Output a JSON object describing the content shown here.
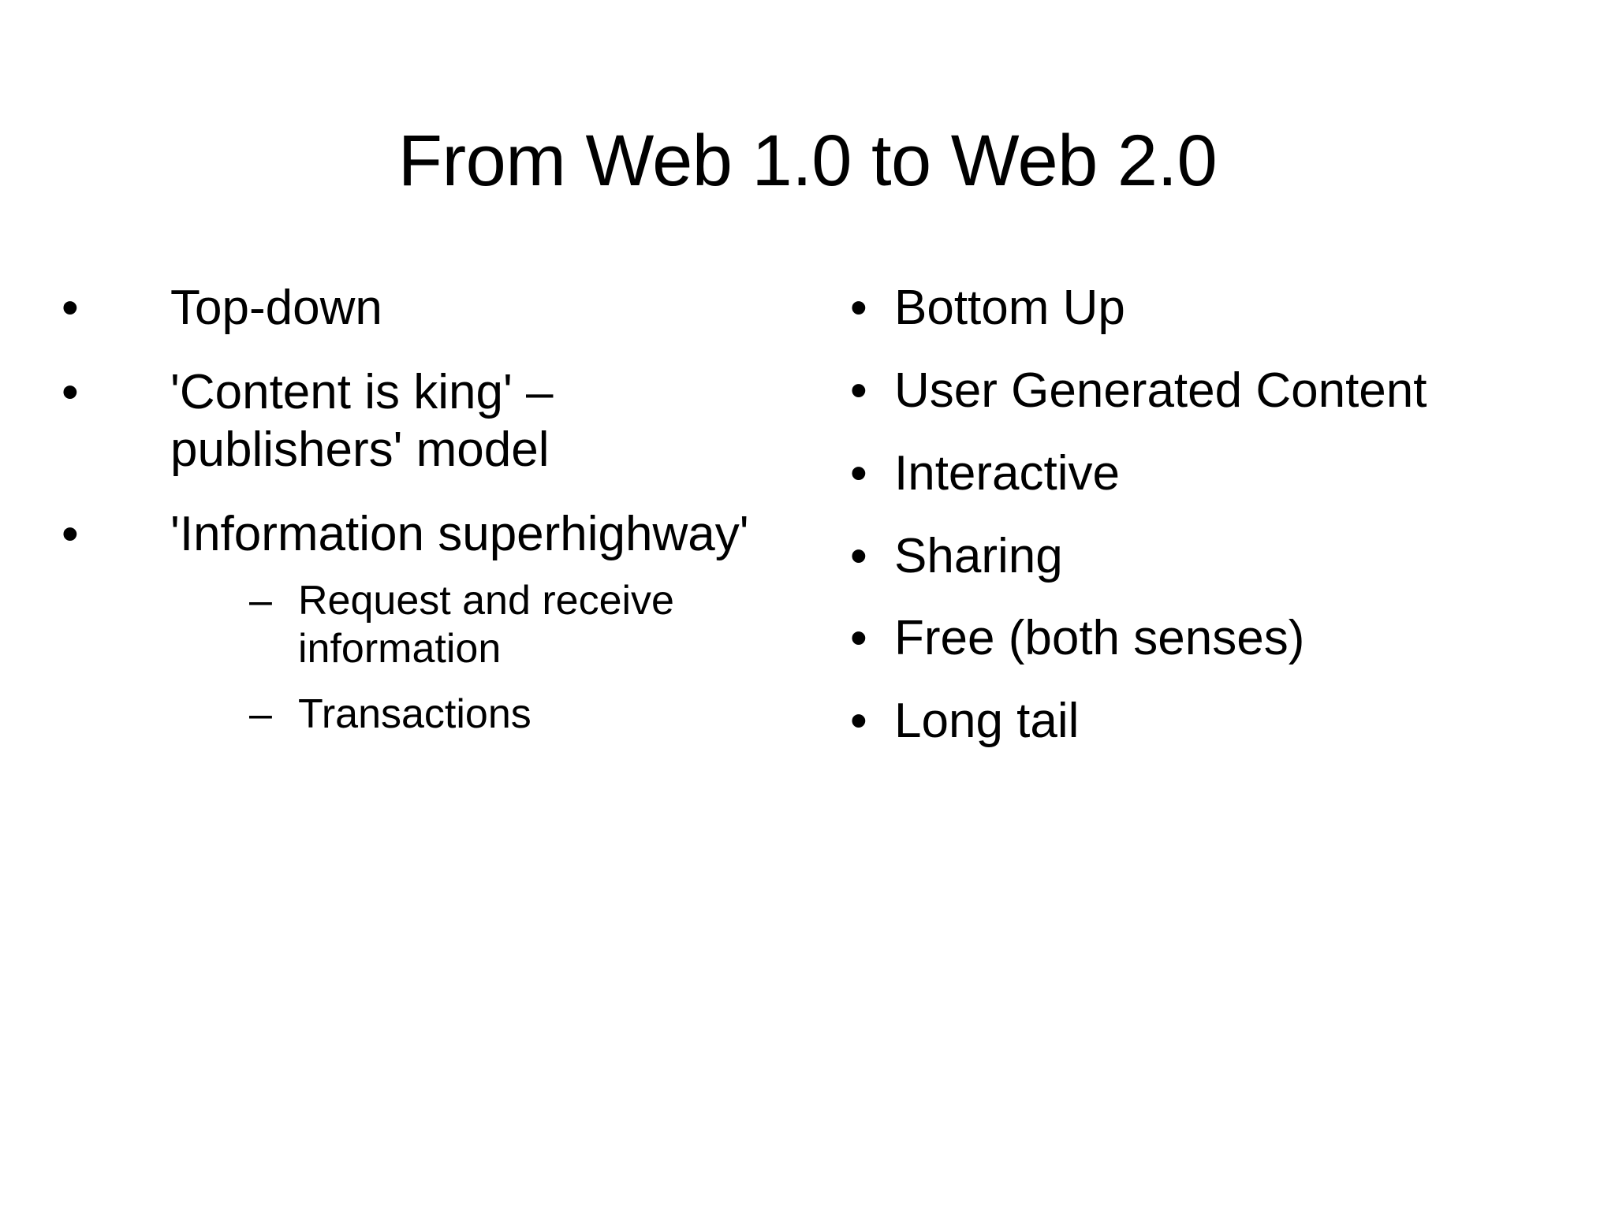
{
  "slide": {
    "title": "From Web 1.0 to Web 2.0",
    "background_color": "#ffffff",
    "text_color": "#000000",
    "bullet_marker": "•",
    "sub_bullet_marker": "–",
    "left_column": {
      "items": [
        {
          "text": "Top-down",
          "marker": "•",
          "sub_items": []
        },
        {
          "text": "'Content is king' – publishers' model",
          "marker": "•",
          "sub_items": []
        },
        {
          "text": "'Information superhighway'",
          "marker": "•",
          "sub_items": [
            {
              "text": "Request and receive information",
              "marker": "–"
            },
            {
              "text": "Transactions",
              "marker": "–"
            }
          ]
        }
      ]
    },
    "right_column": {
      "items": [
        {
          "text": "Bottom Up",
          "marker": "•"
        },
        {
          "text": "User Generated Content",
          "marker": "•"
        },
        {
          "text": "Interactive",
          "marker": "•"
        },
        {
          "text": "Sharing",
          "marker": "•"
        },
        {
          "text": "Free (both senses)",
          "marker": "•"
        },
        {
          "text": "Long tail",
          "marker": "•"
        }
      ]
    }
  }
}
